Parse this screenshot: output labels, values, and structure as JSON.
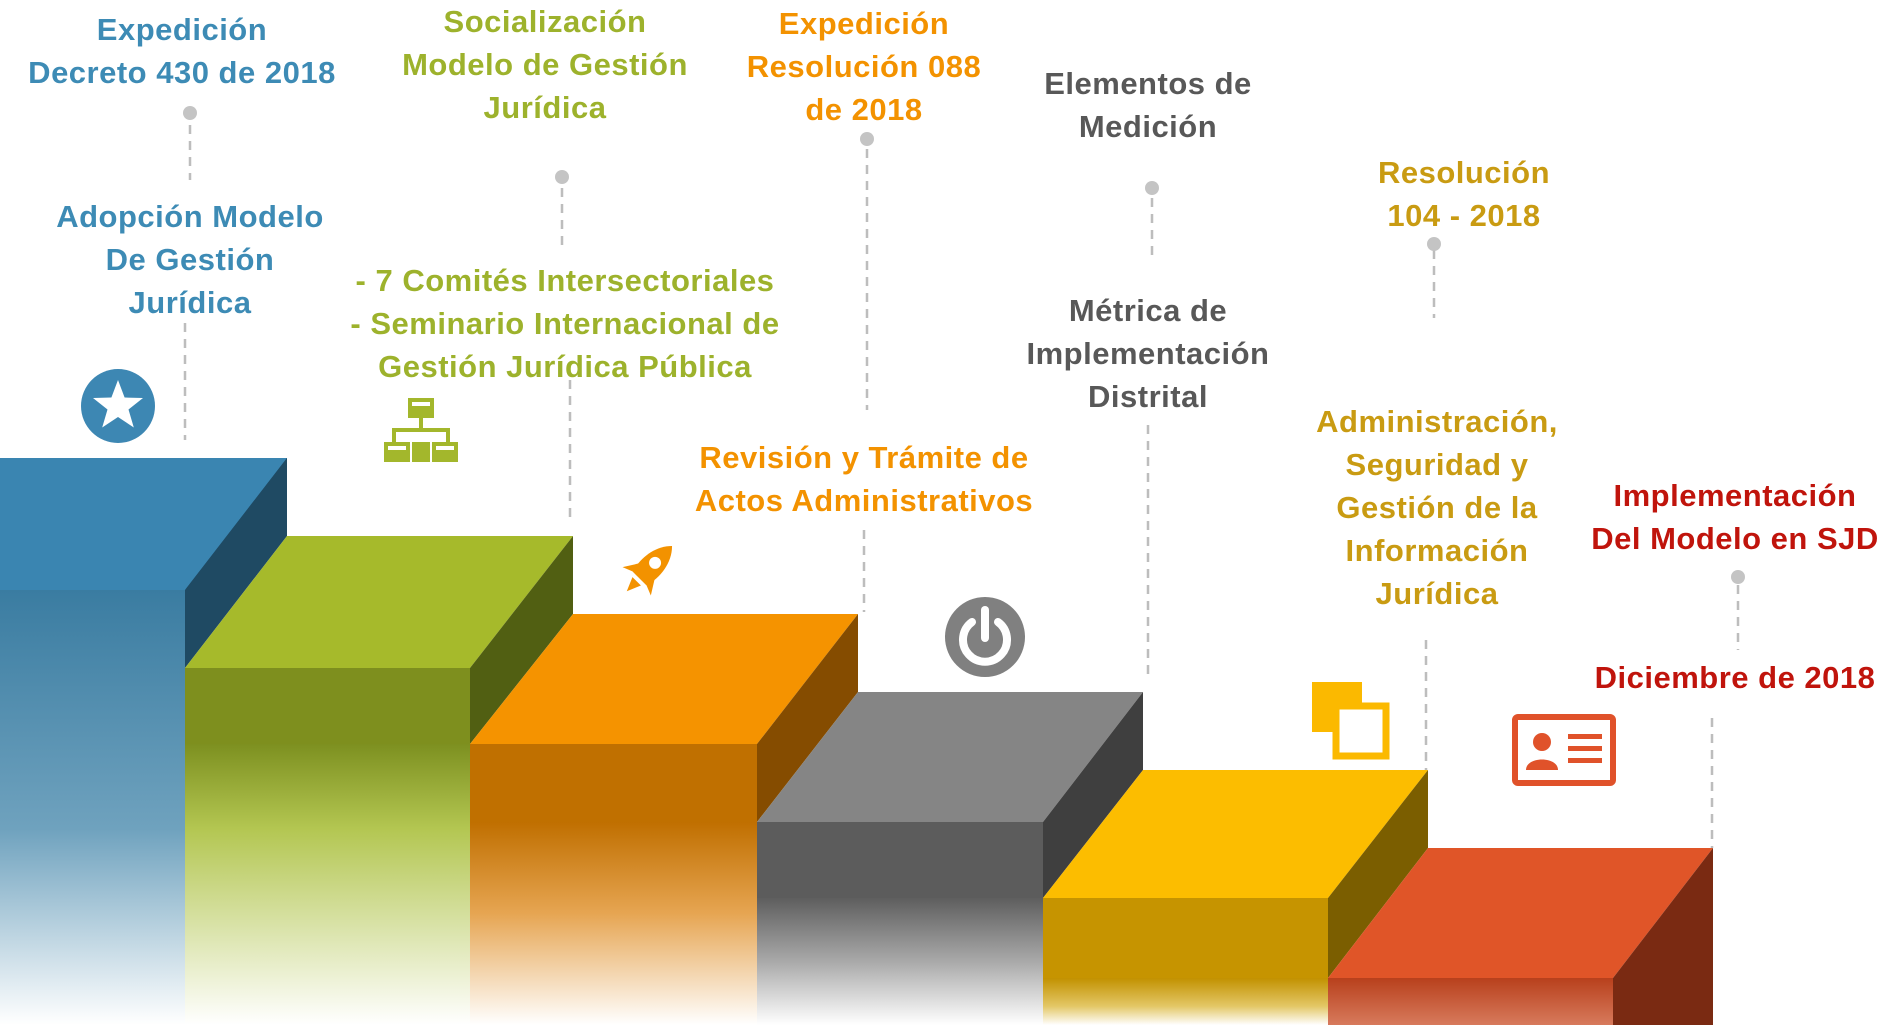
{
  "steps": [
    {
      "top_text": [
        "Expedición",
        "Decreto 430 de 2018"
      ],
      "bottom_text": [
        "Adopción Modelo",
        "De Gestión",
        "Jurídica"
      ],
      "icon": "star-icon",
      "color": "#3d8bb5"
    },
    {
      "top_text": [
        "Socialización",
        "Modelo de Gestión",
        "Jurídica"
      ],
      "bottom_text": [
        "- 7 Comités Intersectoriales",
        "- Seminario Internacional de",
        "Gestión Jurídica Pública"
      ],
      "icon": "org-chart-icon",
      "color": "#a2b82a"
    },
    {
      "top_text": [
        "Expedición",
        "Resolución 088",
        "de 2018"
      ],
      "bottom_text": [
        "Revisión y Trámite de",
        "Actos Administrativos"
      ],
      "icon": "rocket-icon",
      "color": "#f39200"
    },
    {
      "top_text": [
        "Elementos de",
        "Medición"
      ],
      "bottom_text": [
        "Métrica de",
        "Implementación",
        "Distrital"
      ],
      "icon": "power-icon",
      "color": "#7f7f7f"
    },
    {
      "top_text": [
        "Resolución",
        "104 - 2018"
      ],
      "bottom_text": [
        "Administración,",
        "Seguridad y",
        "Gestión de la",
        "Información",
        "Jurídica"
      ],
      "icon": "copy-squares-icon",
      "color": "#fbb900"
    },
    {
      "top_text": [
        "Implementación",
        "Del Modelo en SJD"
      ],
      "bottom_text": [
        "Diciembre de 2018"
      ],
      "icon": "id-card-icon",
      "color": "#e0522a"
    }
  ]
}
